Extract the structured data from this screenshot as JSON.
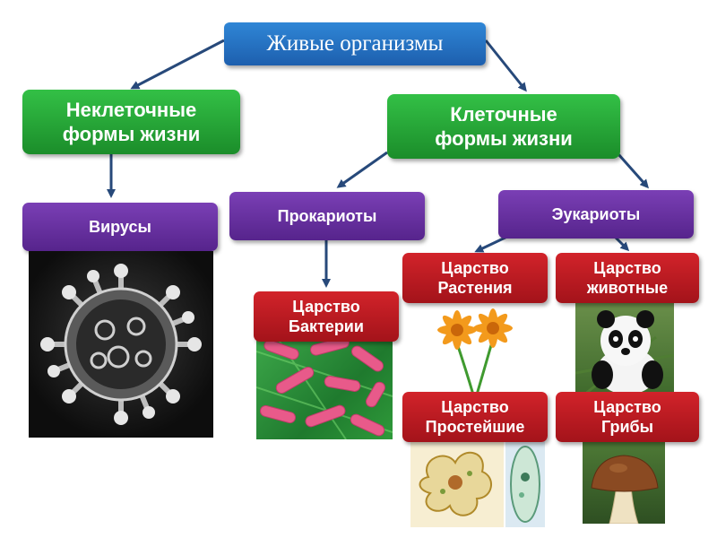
{
  "root": {
    "label": "Живые организмы"
  },
  "branches": {
    "noncellular": "Неклеточные\nформы жизни",
    "cellular": "Клеточные\nформы жизни"
  },
  "groups": {
    "viruses": "Вирусы",
    "prokaryotes": "Прокариоты",
    "eukaryotes": "Эукариоты"
  },
  "kingdoms": {
    "bacteria": "Царство\nБактерии",
    "plants": "Царство\nРастения",
    "animals": "Царство\nживотные",
    "protists": "Царство\nПростейшие",
    "fungi": "Царство\nГрибы"
  },
  "colors": {
    "root": "#2a7ac8",
    "branch": "#2aa63a",
    "group": "#6a32a4",
    "kingdom": "#c41b22",
    "arrow": "#27497a"
  }
}
